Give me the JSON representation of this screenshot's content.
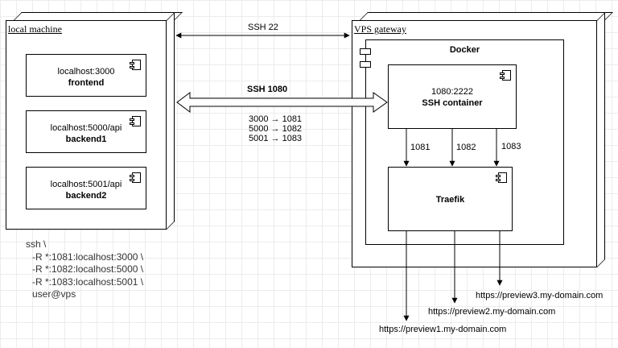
{
  "local_machine": {
    "title": "local machine",
    "components": [
      {
        "address": "localhost:3000",
        "name": "frontend"
      },
      {
        "address": "localhost:5000/api",
        "name": "backend1"
      },
      {
        "address": "localhost:5001/api",
        "name": "backend2"
      }
    ]
  },
  "vps": {
    "title": "VPS gateway",
    "docker": {
      "title": "Docker",
      "ssh_container": {
        "ports": "1080:2222",
        "name": "SSH container"
      },
      "traefik": {
        "name": "Traefik"
      }
    }
  },
  "links": {
    "ssh22": "SSH 22",
    "ssh1080": "SSH 1080",
    "forwards": [
      "3000 → 1081",
      "5000 → 1082",
      "5001 → 1083"
    ],
    "internal_ports": [
      "1081",
      "1082",
      "1083"
    ],
    "urls": [
      "https://preview1.my-domain.com",
      "https://preview2.my-domain.com",
      "https://preview3.my-domain.com"
    ]
  },
  "ssh_command": [
    "ssh \\",
    "-R *:1081:localhost:3000 \\",
    "-R *:1082:localhost:5000 \\",
    "-R *:1083:localhost:5001 \\",
    "user@vps"
  ]
}
